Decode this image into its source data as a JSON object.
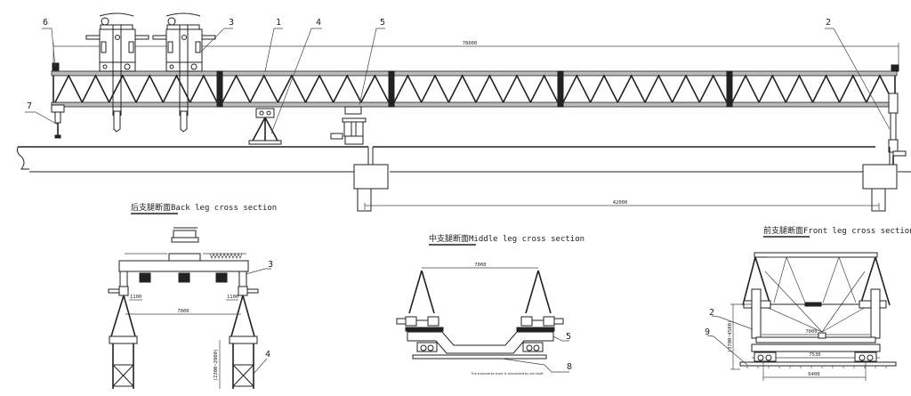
{
  "drawing": {
    "subject": "Bridge girder launcher general arrangement",
    "colors": {
      "ink": "#222222",
      "background": "#ffffff"
    }
  },
  "elevation": {
    "callouts": [
      "1",
      "2",
      "3",
      "4",
      "5",
      "6",
      "7"
    ],
    "dimensions": {
      "overall_length": "78000",
      "span": "42000"
    }
  },
  "sections": {
    "back_leg": {
      "title_cn": "后支腿断面",
      "title_en": "Back leg cross section",
      "callouts": [
        "3",
        "4"
      ],
      "dimensions": {
        "offset_left": "1100",
        "offset_right": "1100",
        "width": "7000",
        "height": "(2300~2800)"
      }
    },
    "middle_leg": {
      "title_cn": "中支腿断面",
      "title_en": "Middle leg cross section",
      "callouts": [
        "5",
        "8"
      ],
      "dimensions": {
        "width": "7000"
      },
      "note": "The transverse track is connected by pin shaft"
    },
    "front_leg": {
      "title_cn": "前支腿断面",
      "title_en": "Front leg cross section",
      "callouts": [
        "2",
        "9"
      ],
      "dimensions": {
        "inner_width": "7000",
        "beam_width": "7530",
        "track_gauge": "6400",
        "height": "(3700~4500)"
      }
    }
  }
}
